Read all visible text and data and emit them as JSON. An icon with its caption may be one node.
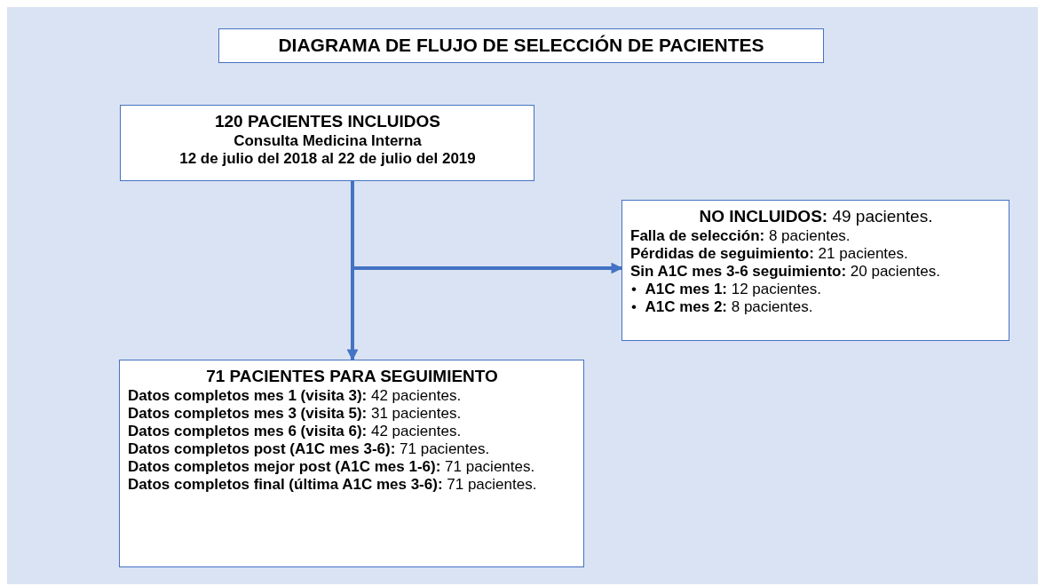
{
  "diagram": {
    "title": "DIAGRAMA DE FLUJO DE SELECCIÓN DE PACIENTES",
    "nodes": [
      {
        "text": [
          "120 PACIENTES INCLUIDOS",
          "Consulta Medicina Interna",
          "12 de julio del 2018 al 22 de julio del 2019"
        ]
      },
      {
        "text": [
          "**NO INCLUIDOS:** 49 pacientes.",
          "**Falla de selección:** 8 pacientes.",
          "**Pérdidas de seguimiento:** 21 pacientes.",
          "**Sin A1C mes 3-6 seguimiento:** 20 pacientes.",
          "•  **A1C mes 1:** 12 pacientes.",
          "•  **A1C mes 2:** 8 pacientes."
        ]
      },
      {
        "text": [
          "71 PACIENTES PARA SEGUIMIENTO",
          "**Datos completos mes 1 (visita 3):** 42 pacientes.",
          "**Datos completos mes 3 (visita 5):** 31 pacientes.",
          "**Datos completos mes 6 (visita 6):** 42 pacientes.",
          "**Datos completos post (A1C mes 3-6):** 71 pacientes.",
          "**Datos completos mejor post (A1C mes 1-6):** 71 pacientes.",
          "**Datos completos final (última A1C mes 3-6):** 71 pacientes."
        ]
      }
    ],
    "edges": [
      {
        "from": 0,
        "to": 2,
        "arrow": "to"
      },
      {
        "from": 0,
        "to": 1,
        "arrow": "to"
      }
    ]
  }
}
